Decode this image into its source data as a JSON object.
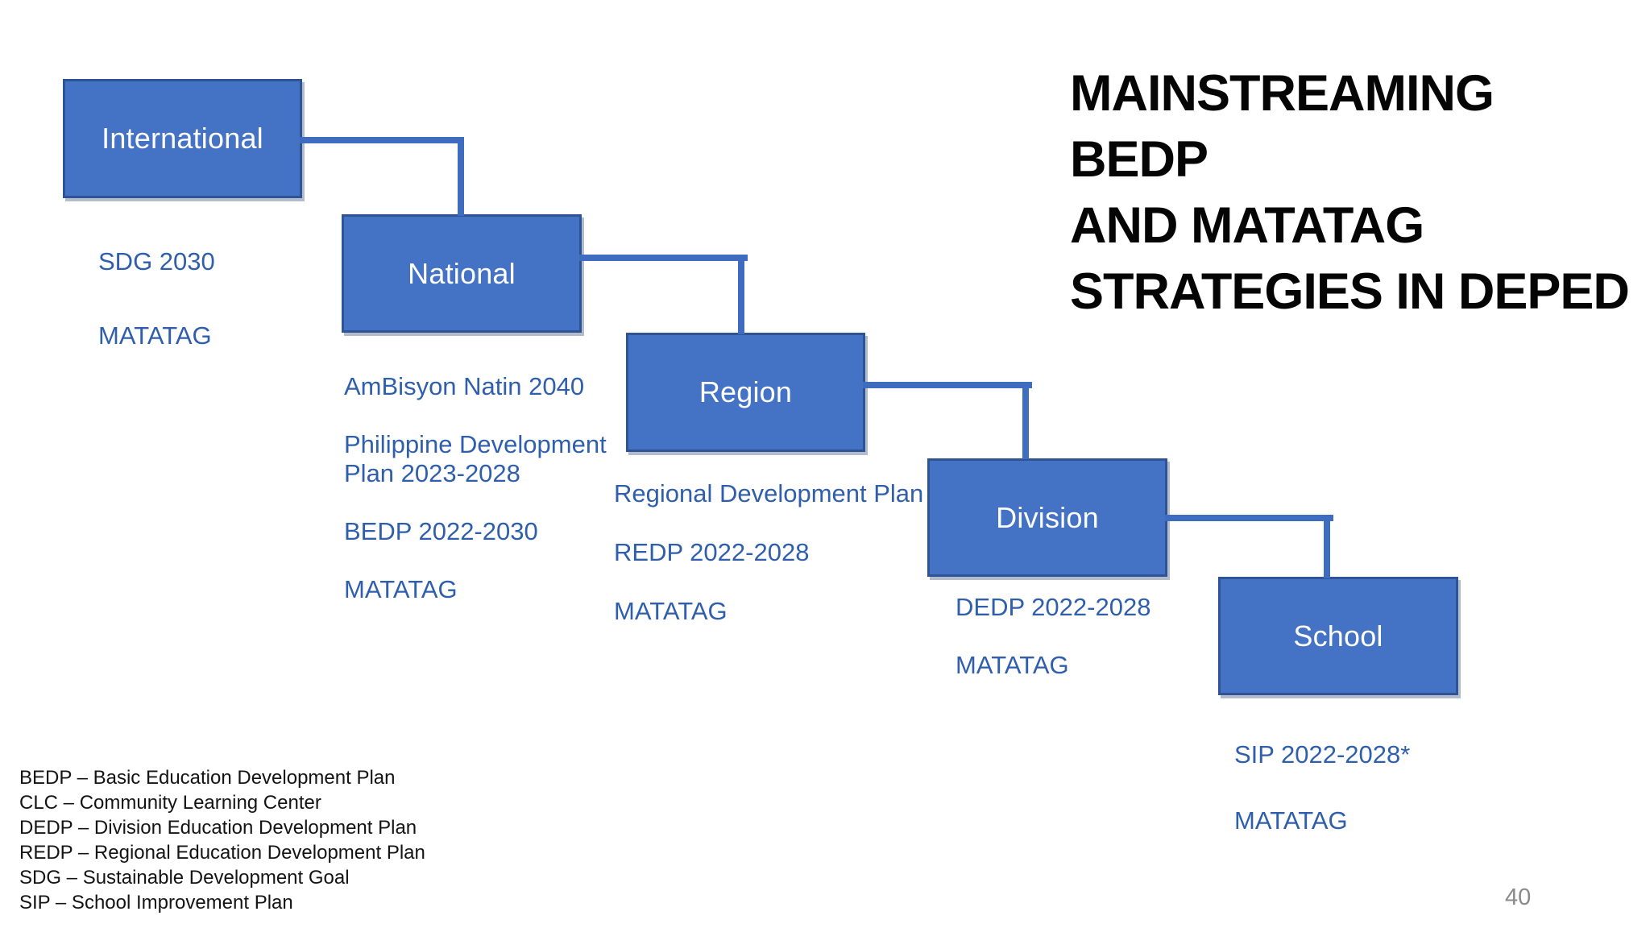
{
  "slide": {
    "title_lines": [
      "MAINSTREAMING BEDP",
      "AND MATATAG",
      "STRATEGIES IN DEPED"
    ],
    "page_number": "40"
  },
  "colors": {
    "box_fill": "#4472C4",
    "box_border": "#2F5496",
    "connector": "#3E6CC0",
    "plan_text": "#2F5FAC",
    "title_text": "#050505",
    "legend_text": "#141414",
    "page_number_text": "#8A8A8A",
    "background": "#FFFFFF"
  },
  "levels": [
    {
      "label": "International",
      "plans": [
        "SDG 2030",
        "MATATAG"
      ]
    },
    {
      "label": "National",
      "plans": [
        "AmBisyon Natin 2040",
        "Philippine Development Plan 2023-2028",
        "BEDP 2022-2030",
        "MATATAG"
      ]
    },
    {
      "label": "Region",
      "plans": [
        "Regional Development Plan",
        "REDP 2022-2028",
        "MATATAG"
      ]
    },
    {
      "label": "Division",
      "plans": [
        "DEDP 2022-2028",
        "MATATAG"
      ]
    },
    {
      "label": "School",
      "plans": [
        "SIP 2022-2028*",
        "MATATAG"
      ]
    }
  ],
  "legend": [
    "BEDP – Basic Education Development Plan",
    "CLC – Community Learning Center",
    "DEDP – Division Education Development Plan",
    "REDP – Regional Education Development Plan",
    "SDG – Sustainable Development Goal",
    "SIP – School Improvement Plan"
  ]
}
